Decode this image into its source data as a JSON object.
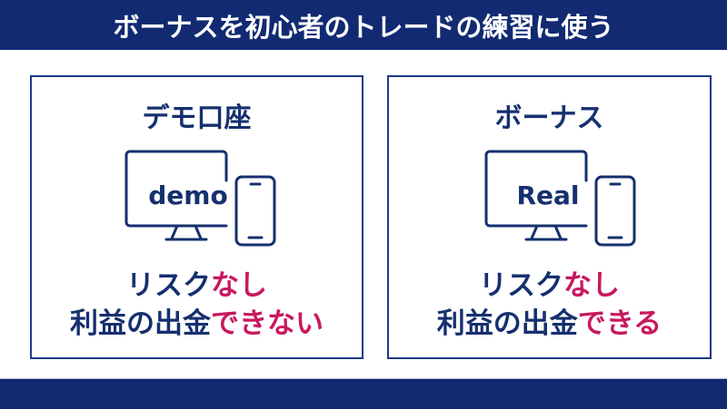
{
  "header": {
    "title": "ボーナスを初心者のトレードの練習に使う"
  },
  "colors": {
    "banner": "#112a72",
    "navy_text": "#16306f",
    "accent_pink": "#c8185f",
    "card_border": "#1d3a85"
  },
  "cards": [
    {
      "title": "デモ口座",
      "icon": "monitor-and-smartphone-icon",
      "screen_label": "demo",
      "line1": {
        "navy": "リスク",
        "pink": "なし"
      },
      "line2": {
        "navy": "利益の出金",
        "pink": "できない"
      }
    },
    {
      "title": "ボーナス",
      "icon": "monitor-and-smartphone-icon",
      "screen_label": "Real",
      "line1": {
        "navy": "リスク",
        "pink": "なし"
      },
      "line2": {
        "navy": "利益の出金",
        "pink": "できる"
      }
    }
  ]
}
